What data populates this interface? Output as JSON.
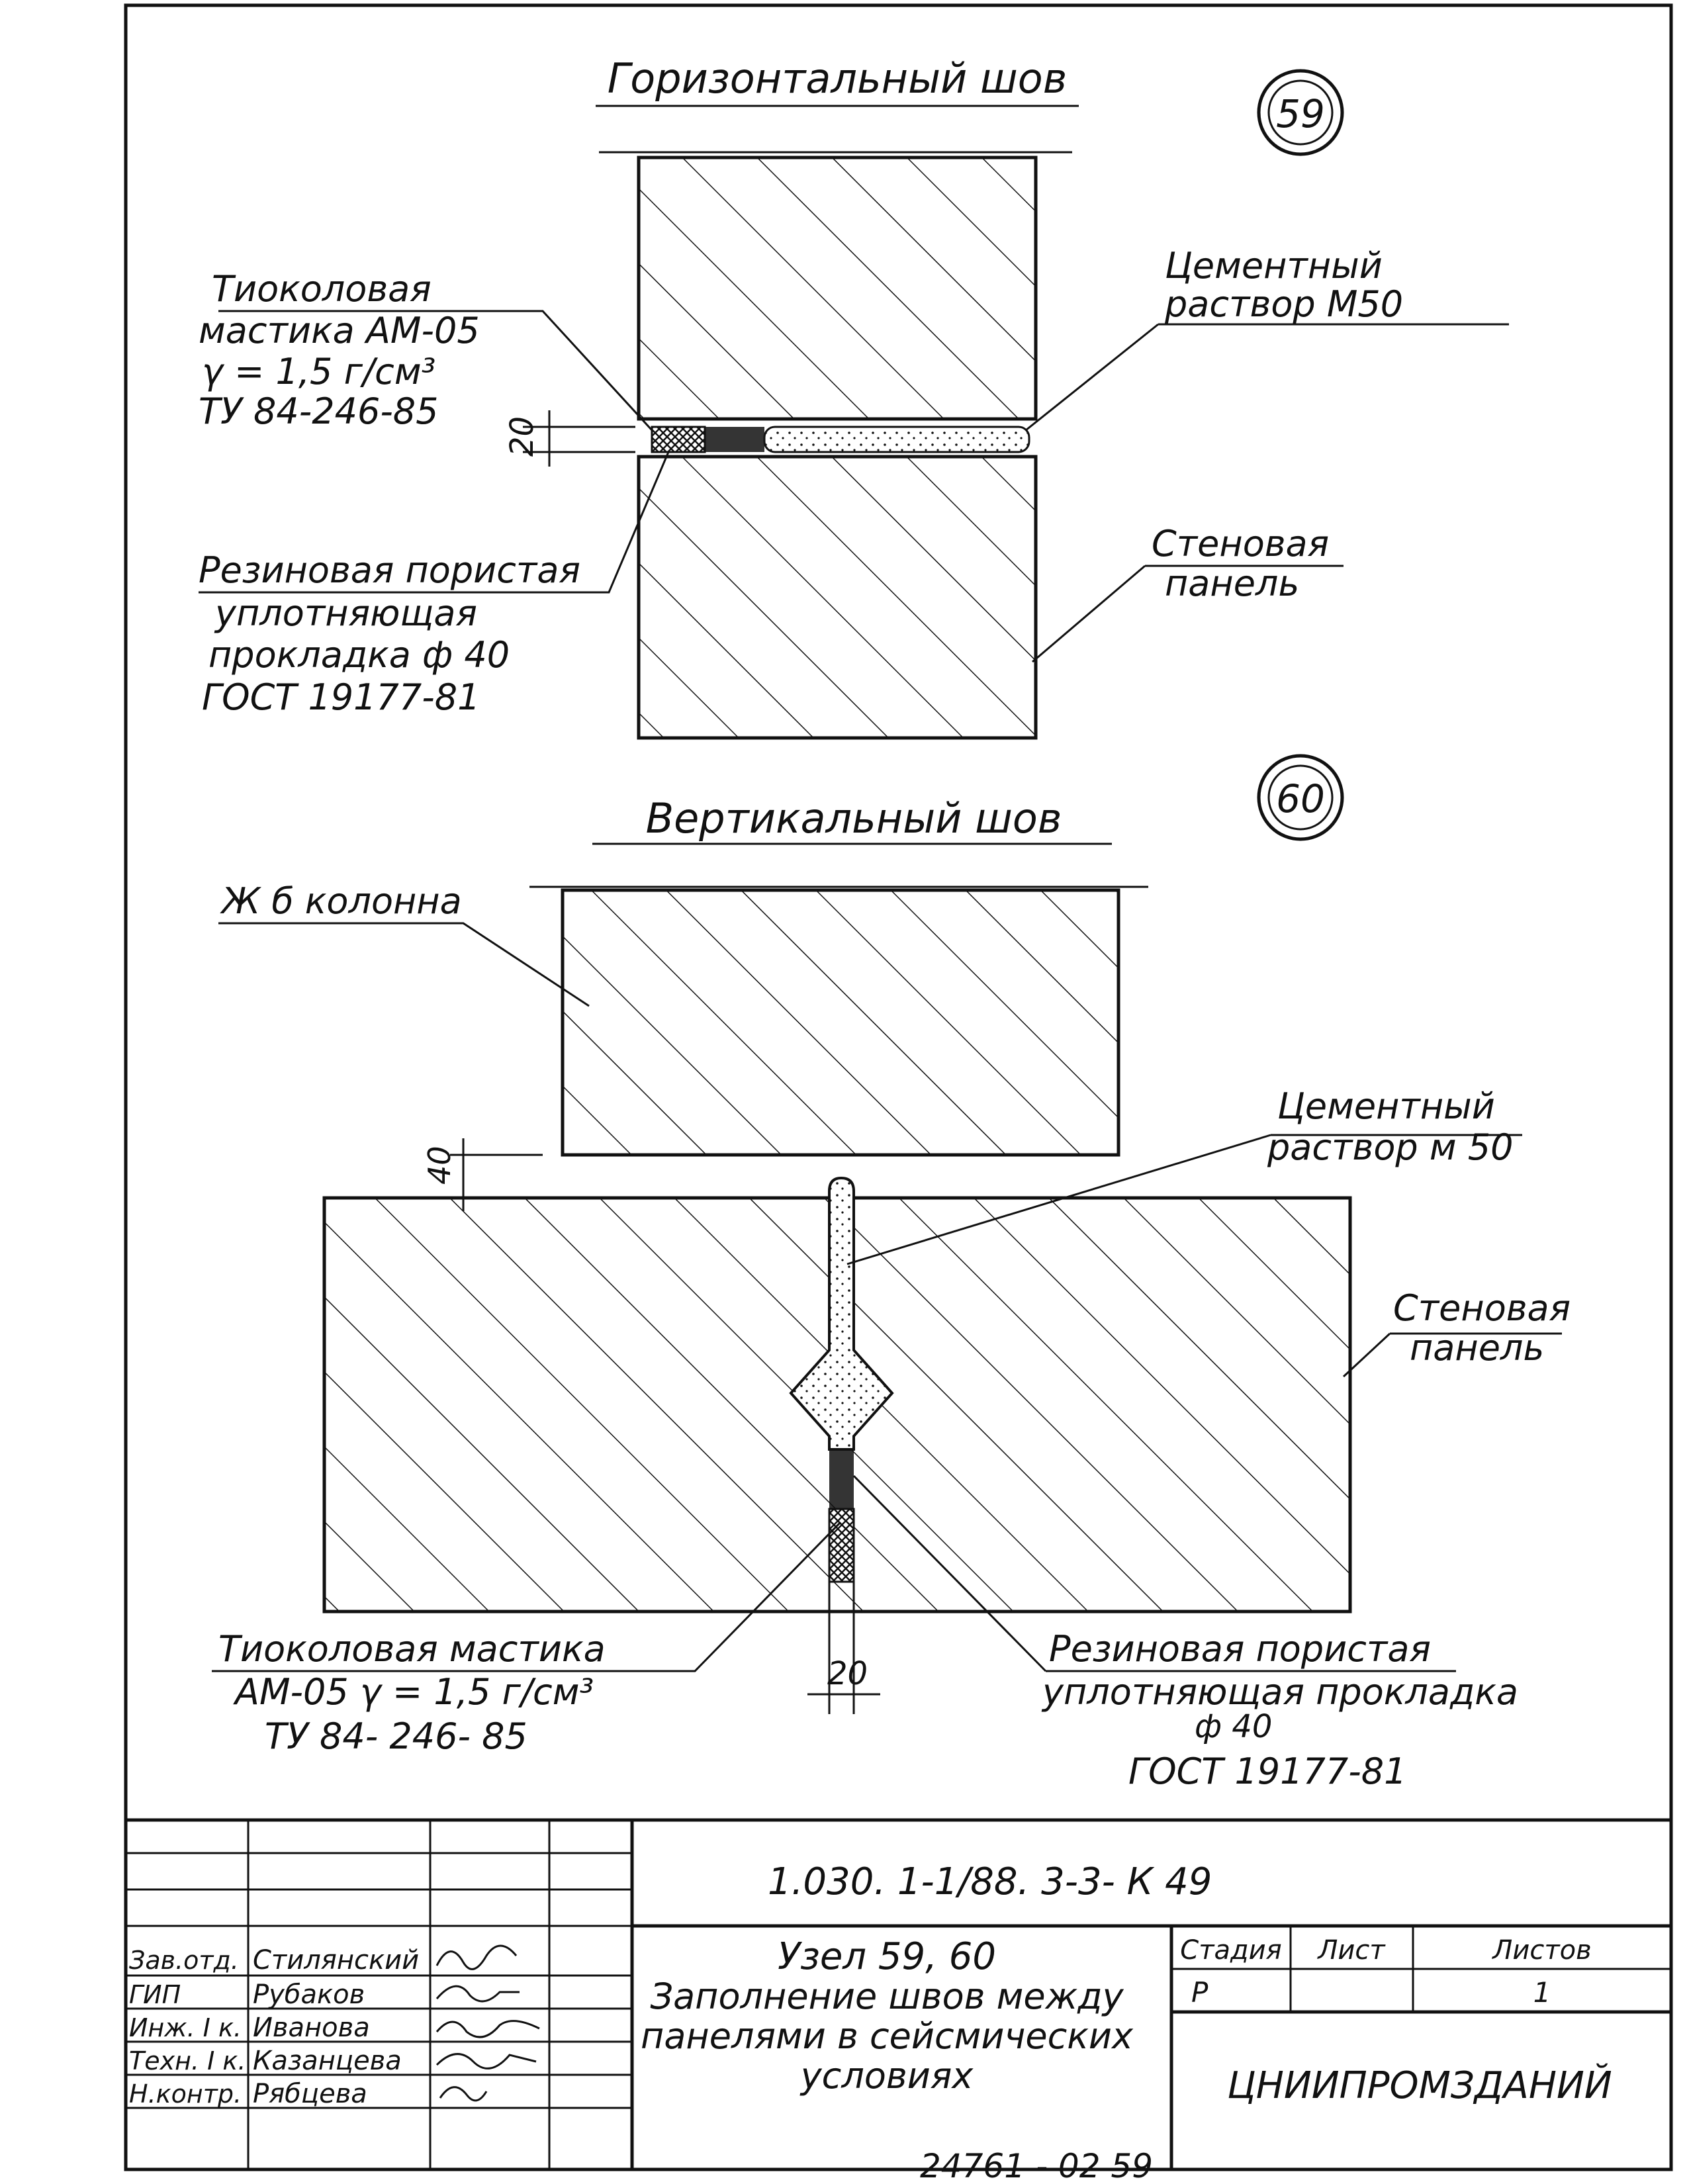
{
  "colors": {
    "ink": "#111111",
    "paper": "#ffffff"
  },
  "detail_59": {
    "title": "Горизонтальный шов",
    "marker": "59",
    "label_mastic": [
      "Тиоколовая",
      "мастика  АМ-05",
      "γ = 1,5 г/см³",
      "ТУ 84-246-85"
    ],
    "label_cement": [
      "Цементный",
      "раствор  М50"
    ],
    "label_gasket": [
      "Резиновая  пористая",
      "уплотняющая",
      "прокладка  ф 40",
      "ГОСТ  19177-81"
    ],
    "label_panel": [
      "Стеновая",
      "панель"
    ],
    "dim_seam": "20"
  },
  "detail_60": {
    "title": "Вертикальный шов",
    "marker": "60",
    "label_column": "Ж б колонна",
    "label_cement": [
      "Цементный",
      "раствор  м 50"
    ],
    "label_panel": [
      "Стеновая",
      "панель"
    ],
    "label_mastic": [
      "Тиоколовая  мастика",
      "АМ-05  γ = 1,5 г/см³",
      "ТУ 84- 246- 85"
    ],
    "label_gasket": [
      "Резиновая  пористая",
      "уплотняющая  прокладка",
      "ф 40",
      "ГОСТ  19177-81"
    ],
    "dim_gap": "40",
    "dim_seam": "20"
  },
  "title_block": {
    "doc_code": "1.030. 1-1/88. 3-3- К 49",
    "roles": [
      "Зав.отд.",
      "ГИП",
      "Инж. I к.",
      "Техн. I к.",
      "Н.контр."
    ],
    "names": [
      "Стилянский",
      "Рубаков",
      "Иванова",
      "Казанцева",
      "Рябцева"
    ],
    "node_title": [
      "Узел  59, 60",
      "Заполнение  швов  между",
      "панелями  в  сейсмических",
      "условиях"
    ],
    "stage_header": "Стадия",
    "sheet_header": "Лист",
    "sheets_header": "Листов",
    "stage_value": "Р",
    "sheets_value": "1",
    "org": "ЦНИИПРОМЗДАНИЙ"
  },
  "footer_number": "24761 - 02    59"
}
